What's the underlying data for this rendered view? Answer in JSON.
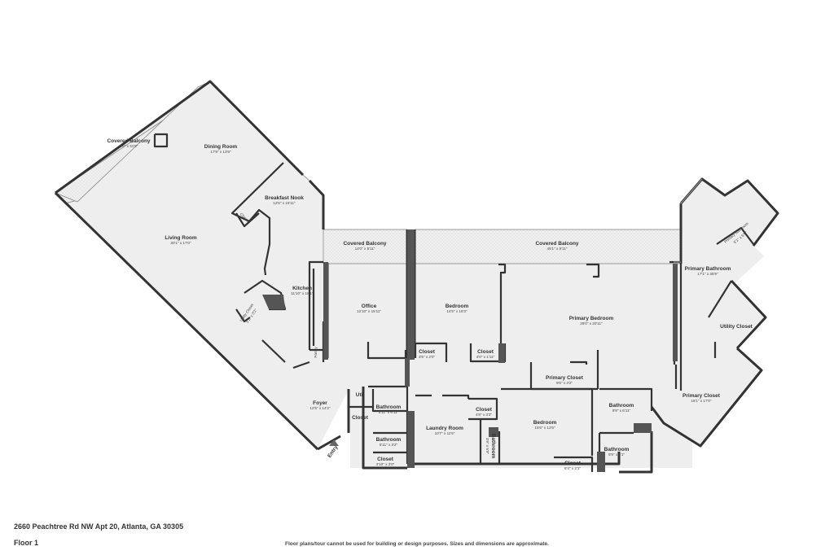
{
  "rooms": [
    {
      "name": "Covered Balcony",
      "dims": "3'6\" x 31'9\""
    },
    {
      "name": "Dining Room",
      "dims": "17'9\" x 13'9\""
    },
    {
      "name": "Breakfast Nook",
      "dims": "12'5\" x 15'11\""
    },
    {
      "name": "Closet",
      "dims": ""
    },
    {
      "name": "Living Room",
      "dims": "30'1\" x 17'0\""
    },
    {
      "name": "Covered Balcony",
      "dims": "14'0\" x 5'11\""
    },
    {
      "name": "Covered Balcony",
      "dims": "45'1\" x 5'11\""
    },
    {
      "name": "Kitchen",
      "dims": "11'10\" x 18'1\""
    },
    {
      "name": "Utility Closet",
      "dims": "3'2\" x 3'2\""
    },
    {
      "name": "Office",
      "dims": "12'10\" x 15'11\""
    },
    {
      "name": "Bedroom",
      "dims": "14'5\" x 16'3\""
    },
    {
      "name": "Primary Bedroom",
      "dims": "29'0\" x 20'11\""
    },
    {
      "name": "Primary Bathroom",
      "dims": "17'1\" x 35'9\""
    },
    {
      "name": "Primary Bathroom",
      "dims": "5'1\" x 5'5\""
    },
    {
      "name": "Pantry",
      "dims": ""
    },
    {
      "name": "Closet",
      "dims": "3'5\" x 2'0\""
    },
    {
      "name": "Closet",
      "dims": "4'0\" x 1'11\""
    },
    {
      "name": "Utility Closet",
      "dims": ""
    },
    {
      "name": "Primary Closet",
      "dims": "9'6\" x 4'2\""
    },
    {
      "name": "Foyer",
      "dims": "12'5\" x 14'2\""
    },
    {
      "name": "Util",
      "dims": ""
    },
    {
      "name": "Closet",
      "dims": ""
    },
    {
      "name": "Bathroom",
      "dims": "5'11\" x 6'11\""
    },
    {
      "name": "Closet",
      "dims": "4'8\" x 3'3\""
    },
    {
      "name": "Laundry Room",
      "dims": "10'7\" x 11'5\""
    },
    {
      "name": "Bedroom",
      "dims": "15'6\" x 12'5\""
    },
    {
      "name": "Bathroom",
      "dims": "9'9\" x 6'11\""
    },
    {
      "name": "Primary Closet",
      "dims": "18'1\" x 17'0\""
    },
    {
      "name": "Bathroom",
      "dims": "5'11\" x 3'2\""
    },
    {
      "name": "Bathroom",
      "dims": "3'9\" x 5'9\""
    },
    {
      "name": "Bathroom",
      "dims": "5'9\" x 6'1\""
    },
    {
      "name": "Closet",
      "dims": "4'10\" x 2'0\""
    },
    {
      "name": "Closet",
      "dims": "6'4\" x 2'1\""
    },
    {
      "name": "Entry",
      "dims": ""
    }
  ],
  "footer": {
    "address": "2660 Peachtree Rd NW Apt 20, Atlanta, GA 30305",
    "floor": "Floor 1",
    "disclaimer": "Floor plans/tour cannot be used for building or design purposes. Sizes and dimensions are approximate."
  }
}
